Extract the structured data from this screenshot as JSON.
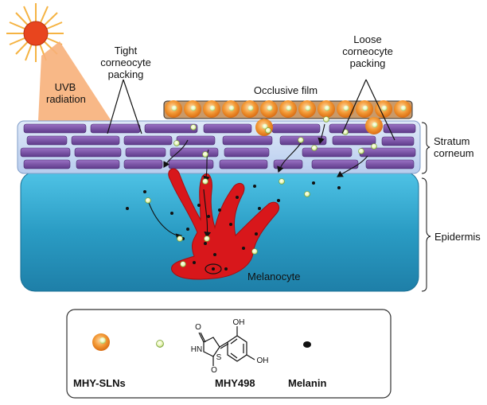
{
  "labels": {
    "uvb_line1": "UVB",
    "uvb_line2": "radiation",
    "tight_line1": "Tight",
    "tight_line2": "corneocyte",
    "tight_line3": "packing",
    "loose_line1": "Loose",
    "loose_line2": "corneocyte",
    "loose_line3": "packing",
    "occlusive": "Occlusive film",
    "stratum_line1": "Stratum",
    "stratum_line2": "corneum",
    "epidermis": "Epidermis",
    "melanocyte": "Melanocyte"
  },
  "legend": {
    "mhy_slns": "MHY-SLNs",
    "mhy498": "MHY498",
    "melanin": "Melanin",
    "chem_o_top": "O",
    "chem_o_bottom": "O",
    "chem_oh_top": "OH",
    "chem_oh_bottom": "OH",
    "chem_hn": "HN",
    "chem_s": "S"
  },
  "colors": {
    "sun": "#e8451e",
    "sun_rays": "#f5b342",
    "uvb_beam": "#f7b07a",
    "corneocyte": "#7b4fa6",
    "stratum_bg": "#c9dcf5",
    "epidermis": "#2a9cc4",
    "melanocyte": "#d8171b",
    "sln": "#f08a24",
    "mhy498": "#e9f5b0",
    "melanin": "#111111"
  }
}
